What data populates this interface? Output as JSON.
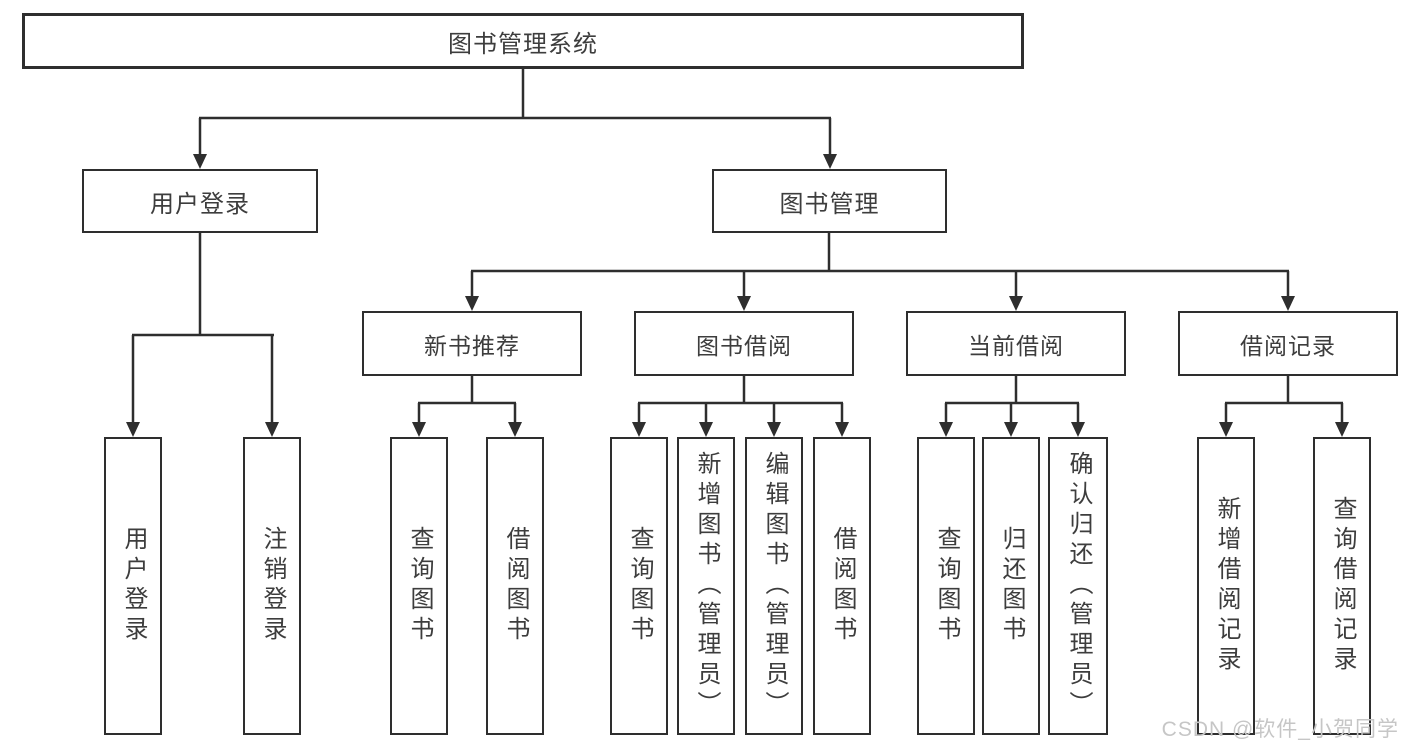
{
  "diagram": {
    "root": {
      "label": "图书管理系统"
    },
    "level2": [
      {
        "label": "用户登录"
      },
      {
        "label": "图书管理"
      }
    ],
    "level3": [
      {
        "label": "新书推荐"
      },
      {
        "label": "图书借阅"
      },
      {
        "label": "当前借阅"
      },
      {
        "label": "借阅记录"
      }
    ],
    "leaves": {
      "user_login": [
        "用户登录",
        "注销登录"
      ],
      "new_book": [
        "查询图书",
        "借阅图书"
      ],
      "book_borrow": [
        "查询图书",
        "新增图书（管理员）",
        "编辑图书（管理员）",
        "借阅图书"
      ],
      "current_borrow": [
        "查询图书",
        "归还图书",
        "确认归还（管理员）"
      ],
      "borrow_record": [
        "新增借阅记录",
        "查询借阅记录"
      ]
    }
  },
  "watermark": {
    "text": "CSDN @软件_小贺同学"
  },
  "colors": {
    "line": "#2e2e2e",
    "text": "#3d3d3d",
    "watermark": "#c6c6c6",
    "background": "#ffffff"
  }
}
